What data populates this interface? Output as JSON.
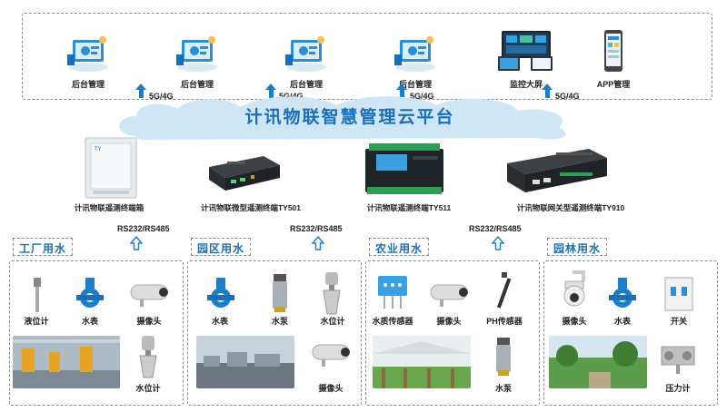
{
  "cloud_title": "计讯物联智慧管理云平台",
  "top_items": [
    {
      "label": "后台管理"
    },
    {
      "label": "后台管理"
    },
    {
      "label": "后台管理"
    },
    {
      "label": "后台管理"
    },
    {
      "label": "监控大屏"
    },
    {
      "label": "APP管理"
    }
  ],
  "network_labels": [
    "5G/4G",
    "5G/4G",
    "5G/4G",
    "5G/4G"
  ],
  "terminals": [
    {
      "label": "计讯物联遥测终端箱"
    },
    {
      "label": "计讯物联微型遥测终端TY501"
    },
    {
      "label": "计讯物联遥测终端TY511"
    },
    {
      "label": "计讯物联网关型遥测终端TY910"
    }
  ],
  "serial_labels": [
    "RS232/RS485",
    "RS232/RS485",
    "RS232/RS485"
  ],
  "sections": [
    {
      "title": "工厂用水",
      "devices": [
        "液位计",
        "水表",
        "摄像头",
        "水位计"
      ]
    },
    {
      "title": "园区用水",
      "devices": [
        "水表",
        "水泵",
        "水位计",
        "摄像头"
      ]
    },
    {
      "title": "农业用水",
      "devices": [
        "水质传感器",
        "摄像头",
        "PH传感器",
        "水泵"
      ]
    },
    {
      "title": "园林用水",
      "devices": [
        "摄像头",
        "水表",
        "开关",
        "压力计"
      ]
    }
  ],
  "colors": {
    "accent": "#1a7fc8",
    "cloud": "#c9e4f6",
    "cloud_text": "#1a6fb8"
  }
}
